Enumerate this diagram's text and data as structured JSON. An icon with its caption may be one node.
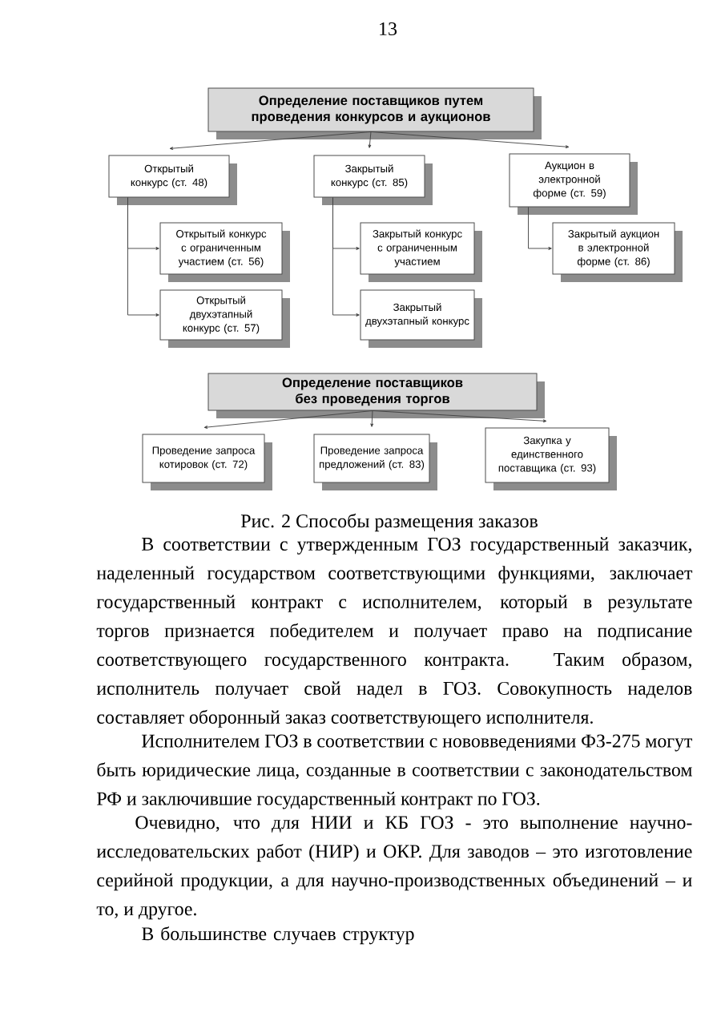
{
  "diagram": {
    "caption": "Рис. 2 Способы размещения заказов",
    "nodes": [
      {
        "text": [
          "Определение поставщиков путем проведения конкурсов и аукционов"
        ]
      },
      {
        "text": [
          "Открытый конкурс (ст. 48)"
        ]
      },
      {
        "text": [
          "Открытый конкурс с ограниченным участием (ст. 56)"
        ]
      },
      {
        "text": [
          "Открытый двухэтапный конкурс (ст. 57)"
        ]
      },
      {
        "text": [
          "Закрытый конкурс (ст. 85)"
        ]
      },
      {
        "text": [
          "Закрытый конкурс с ограниченным участием"
        ]
      },
      {
        "text": [
          "Закрытый двухэтапный конкурс"
        ]
      },
      {
        "text": [
          "Аукцион в электронной форме (ст. 59)"
        ]
      },
      {
        "text": [
          "Закрытый аукцион в электронной форме (ст. 86)"
        ]
      },
      {
        "text": [
          "Определение поставщиков без проведения торгов"
        ]
      },
      {
        "text": [
          "Проведение запроса котировок (ст. 72)"
        ]
      },
      {
        "text": [
          "Проведение запроса предложений (ст. 83)"
        ]
      },
      {
        "text": [
          "Закупка у единственного поставщика (ст. 93)"
        ]
      }
    ],
    "edges": [
      {
        "from": 0,
        "to": 1,
        "arrow": "to"
      },
      {
        "from": 0,
        "to": 4,
        "arrow": "to"
      },
      {
        "from": 0,
        "to": 7,
        "arrow": "to"
      },
      {
        "from": 1,
        "to": 2,
        "arrow": "to"
      },
      {
        "from": 1,
        "to": 3,
        "arrow": "to"
      },
      {
        "from": 4,
        "to": 5,
        "arrow": "to"
      },
      {
        "from": 4,
        "to": 6,
        "arrow": "to"
      },
      {
        "from": 7,
        "to": 8,
        "arrow": "to"
      },
      {
        "from": 9,
        "to": 10,
        "arrow": "to"
      },
      {
        "from": 9,
        "to": 11,
        "arrow": "to"
      },
      {
        "from": 9,
        "to": 12,
        "arrow": "to"
      }
    ],
    "labels": [
      "13",
      "В соответствии с утвержденным ГОЗ государственный заказчик, наделенный государством соответствующими функциями, заключает государственный контракт с исполнителем, который в результате торгов признается победителем и получает право на подписание соответствующего государственного контракта. Таким образом, исполнитель получает свой надел в ГОЗ. Совокупность наделов составляет оборонный заказ соответствующего исполнителя.",
      "Исполнителем ГОЗ в соответствии с нововведениями ФЗ-275 могут быть юридические лица, созданные в соответствии с законодательством РФ и заключившие государственный контракт по ГОЗ.",
      "Очевидно, что для НИИ и КБ ГОЗ - это выполнение научно-исследовательских работ (НИР) и ОКР. Для заводов – это изготовление серийной продукции, а для научно-производственных объединений – и то, и другое.",
      "В большинстве случаев структур"
    ]
  }
}
